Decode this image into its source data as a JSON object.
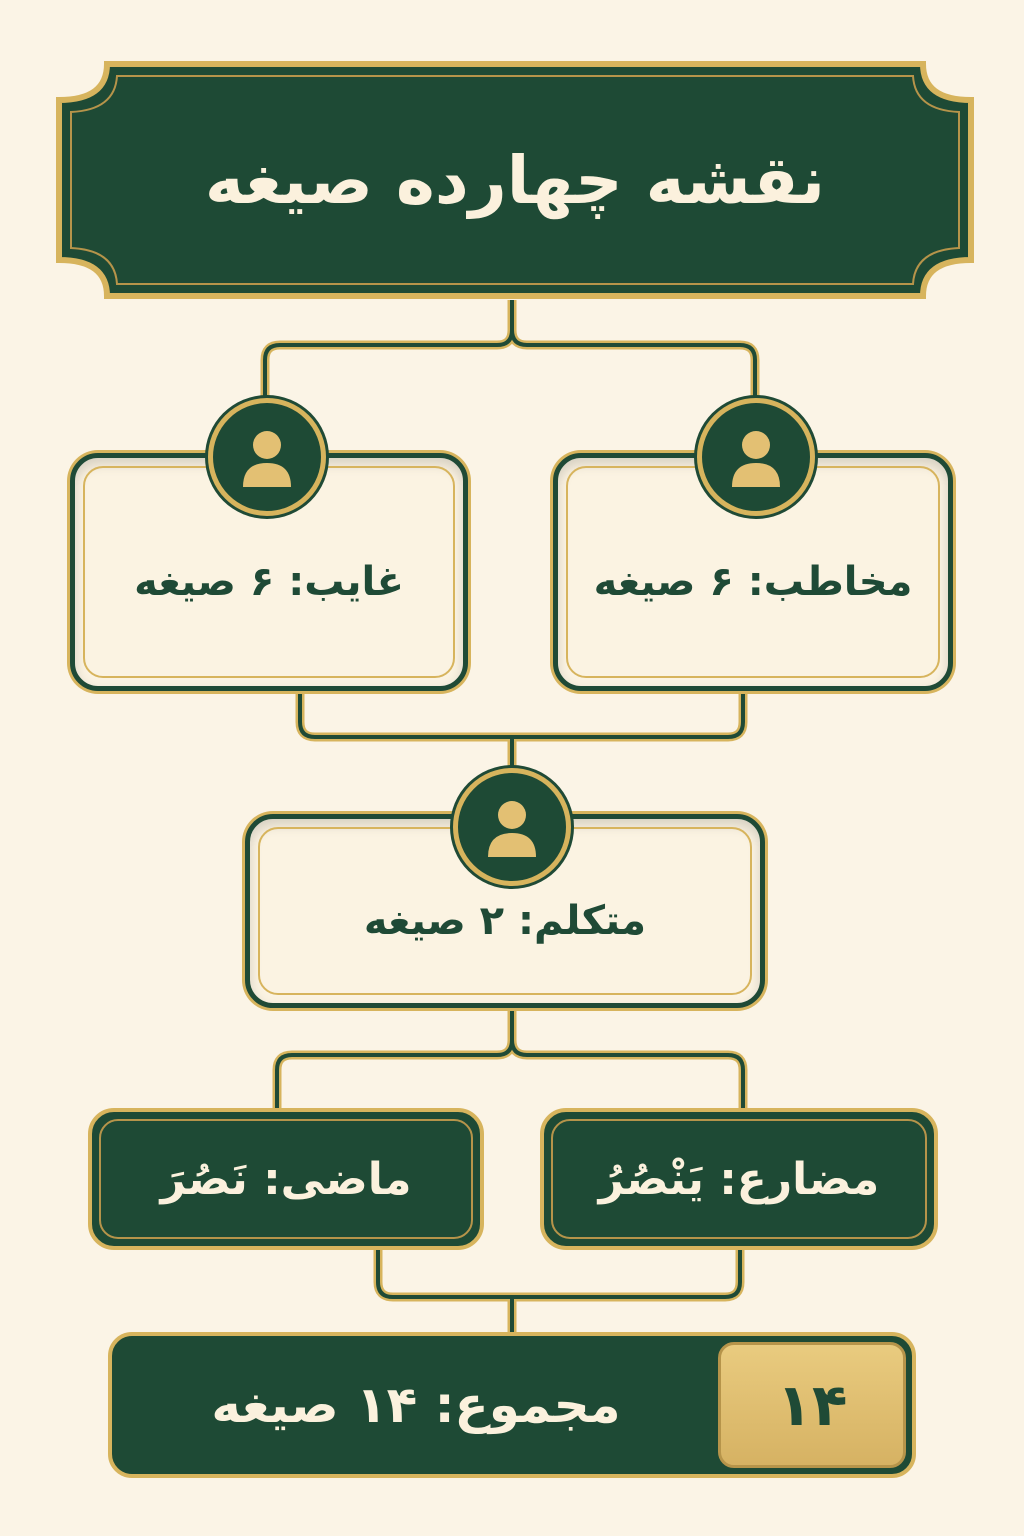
{
  "title": "نقشه چهارده صیغه",
  "persons": {
    "mokhatab": "مخاطب: ۶ صیغه",
    "ghayeb": "غایب: ۶ صیغه",
    "motekallem": "متکلم: ۲ صیغه"
  },
  "tenses": {
    "mozare": "مضارع: یَنْصُرُ",
    "mazi": "ماضی: نَصُرَ"
  },
  "total": {
    "label": "مجموع: ۱۴ صیغه",
    "badge": "۱۴"
  },
  "colors": {
    "background": "#fbf4e6",
    "dark_green": "#1e4a35",
    "gold": "#d7b45d",
    "cream": "#fbf3e2"
  },
  "icons": {
    "person": "person-icon"
  }
}
